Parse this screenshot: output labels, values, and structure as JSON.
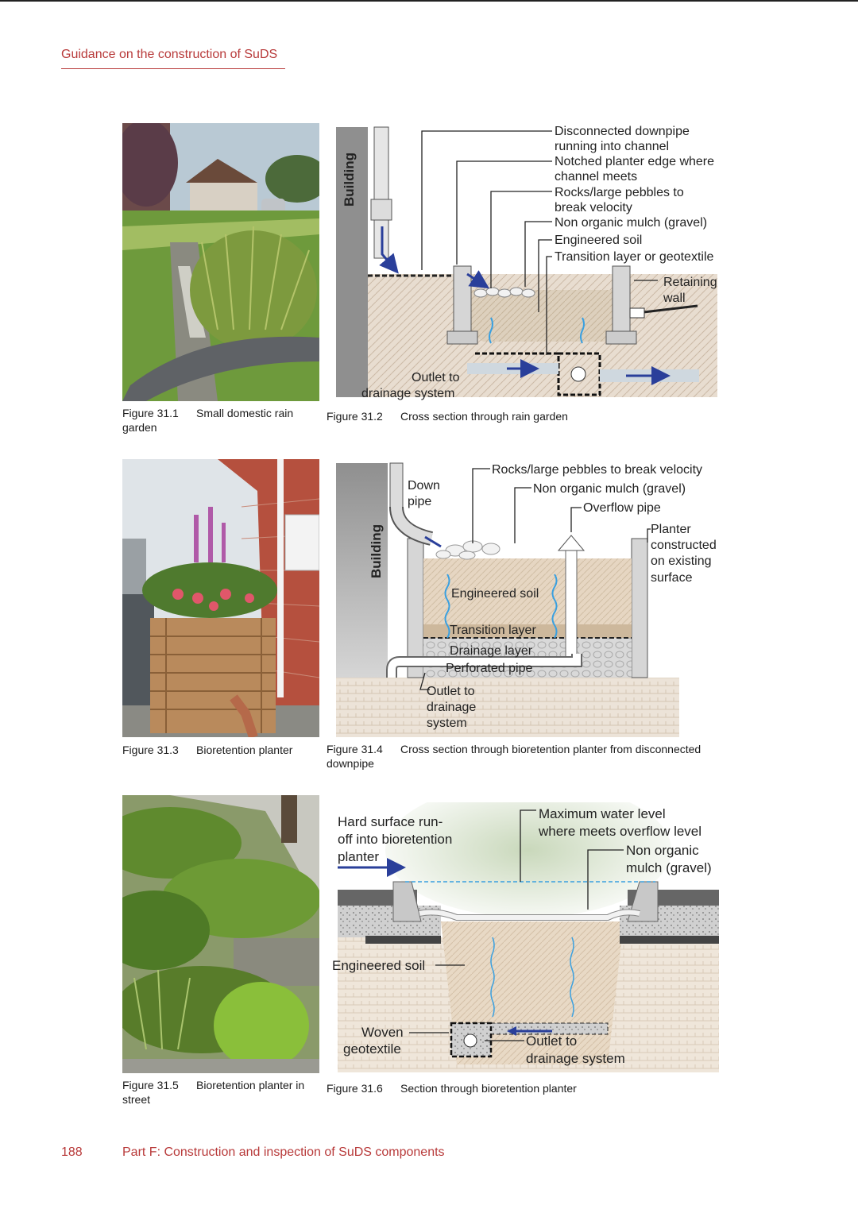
{
  "header": {
    "title": "Guidance on the construction of SuDS"
  },
  "figures": [
    {
      "number": "Figure 31.1",
      "caption": "Small domestic rain garden"
    },
    {
      "number": "Figure 31.2",
      "caption": "Cross section through rain garden"
    },
    {
      "number": "Figure 31.3",
      "caption": "Bioretention planter"
    },
    {
      "number": "Figure 31.4",
      "caption": "Cross section through bioretention planter from disconnected downpipe"
    },
    {
      "number": "Figure 31.5",
      "caption": "Bioretention planter in street"
    },
    {
      "number": "Figure 31.6",
      "caption": "Section through bioretention planter"
    }
  ],
  "diagram1": {
    "building": "Building",
    "labels": [
      "Disconnected downpipe",
      "running into channel",
      "Notched planter edge where",
      "channel meets",
      "Rocks/large pebbles to",
      "break velocity",
      "Non organic mulch (gravel)",
      "Engineered soil",
      "Transition layer or geotextile"
    ],
    "retaining_1": "Retaining",
    "retaining_2": "wall",
    "outlet_1": "Outlet to",
    "outlet_2": "drainage system"
  },
  "diagram2": {
    "building": "Building",
    "down_1": "Down",
    "down_2": "pipe",
    "rocks": "Rocks/large pebbles to break velocity",
    "mulch": "Non organic mulch (gravel)",
    "overflow": "Overflow pipe",
    "planter": [
      "Planter",
      "constructed",
      "on existing",
      "surface"
    ],
    "soil": "Engineered soil",
    "transition": "Transition layer",
    "drainage": "Drainage layer",
    "perforated": "Perforated pipe",
    "outlet": [
      "Outlet to",
      "drainage",
      "system"
    ]
  },
  "diagram3": {
    "runoff": [
      "Hard surface run-",
      "off into bioretention",
      "planter"
    ],
    "max": [
      "Maximum water level",
      "where meets overflow level"
    ],
    "mulch": [
      "Non organic",
      "mulch (gravel)"
    ],
    "soil": "Engineered soil",
    "woven": [
      "Woven",
      "geotextile"
    ],
    "outlet": [
      "Outlet to",
      "drainage system"
    ]
  },
  "footer": {
    "page_number": "188",
    "section": "Part F: Construction and inspection of SuDS components"
  },
  "colors": {
    "accent": "#b83a3a",
    "arrow": "#2a3f9a",
    "water": "#3aa0e0"
  }
}
